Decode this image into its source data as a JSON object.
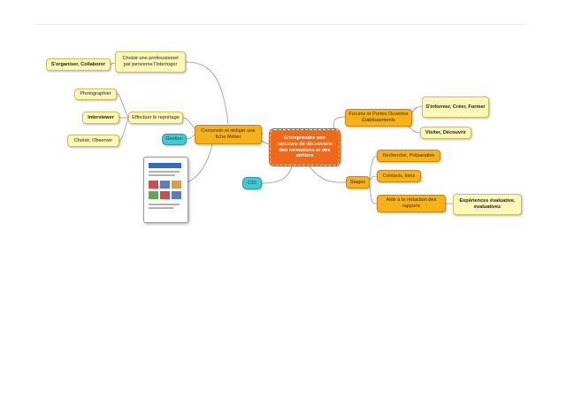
{
  "center": {
    "label": "Entreprendre son parcours de découverte des formations et des métiers"
  },
  "left_main": {
    "label": "Concevoir et rédiger une fiche Métier"
  },
  "left_top": {
    "label": "Choisir une professionnel par personne l'interroger"
  },
  "left_top_child": {
    "label": "S'organiser, Collaborer"
  },
  "reportage": {
    "label": "Effectuer le reportage"
  },
  "reportage_children": [
    "Photographier",
    "Interviewer",
    "Choisir, Observer"
  ],
  "left_teal": {
    "label": "Gestion"
  },
  "cdi": {
    "label": "CDI"
  },
  "right_top": {
    "label": "Forums et Portes Ouvertes Établissements"
  },
  "right_top_children": [
    "S'informer, Créer, Former",
    "Visiter, Découvrir"
  ],
  "stages": {
    "label": "Stages"
  },
  "stages_children": [
    "Recherche, Préparation",
    "Contacts, liens"
  ],
  "rapport": {
    "label": "Aide à la rédaction des rapports"
  },
  "rapport_child": {
    "label": "Expériences évaluative, évaluatives"
  },
  "colors": {
    "center": "#f06818",
    "amber": "#f7b21a",
    "pale": "#fdf8b8",
    "teal": "#46c8cf"
  }
}
